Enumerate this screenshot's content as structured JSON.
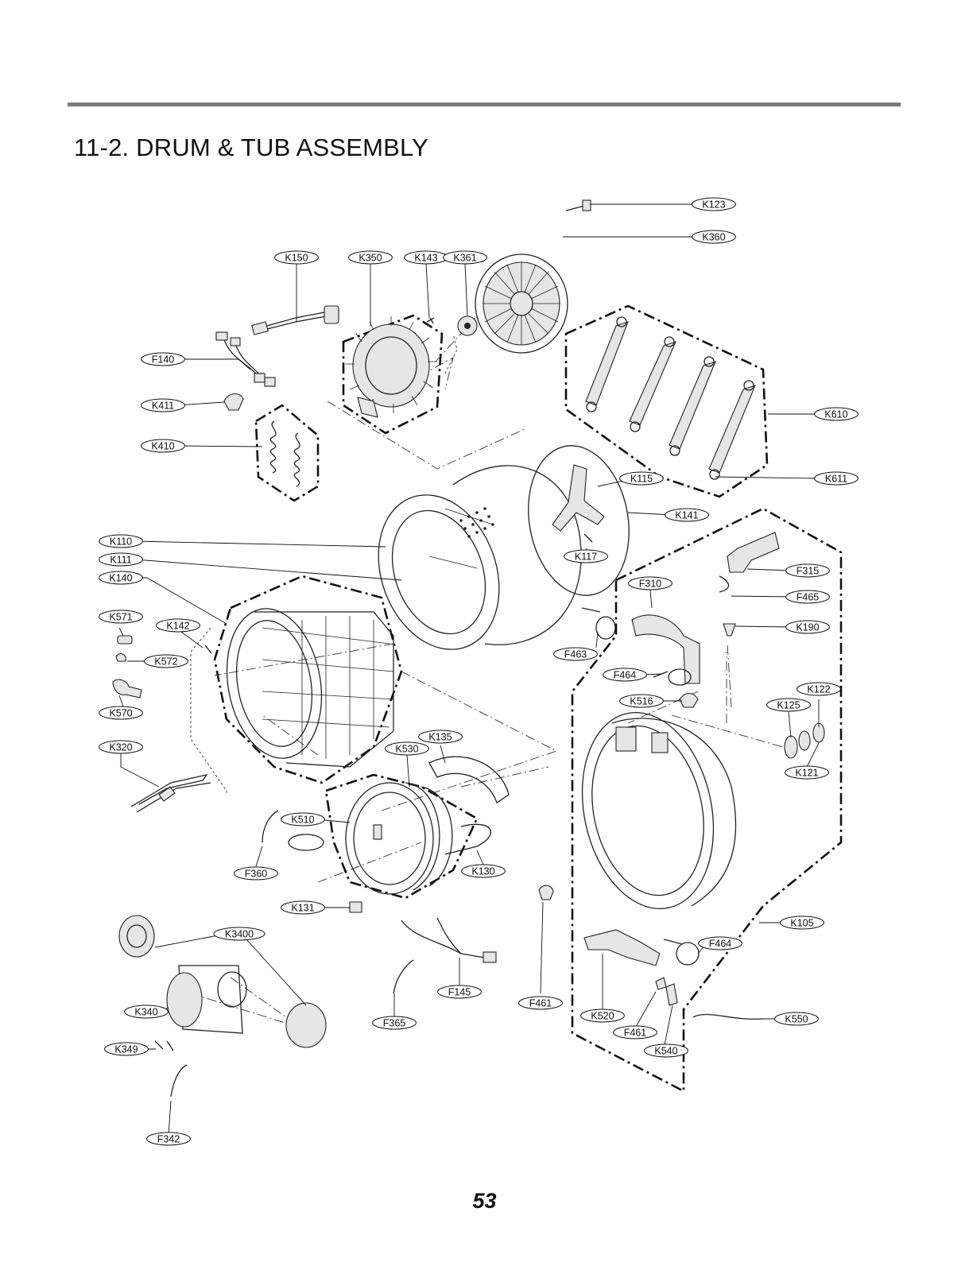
{
  "title": "11-2. DRUM & TUB ASSEMBLY",
  "page_number": "53",
  "part_labels": [
    "K150",
    "K350",
    "K143",
    "K361",
    "K123",
    "K360",
    "F140",
    "K411",
    "K410",
    "K610",
    "K611",
    "K115",
    "K141",
    "K110",
    "K111",
    "K140",
    "K117",
    "F315",
    "F310",
    "F465",
    "K571",
    "K142",
    "K190",
    "F463",
    "K572",
    "F464",
    "K122",
    "K125",
    "K516",
    "K570",
    "K135",
    "K320",
    "K530",
    "K121",
    "K510",
    "F360",
    "K130",
    "K131",
    "K105",
    "K3400",
    "F464",
    "F145",
    "F461",
    "K340",
    "F365",
    "K520",
    "K550",
    "F461",
    "K349",
    "K540",
    "F342"
  ]
}
